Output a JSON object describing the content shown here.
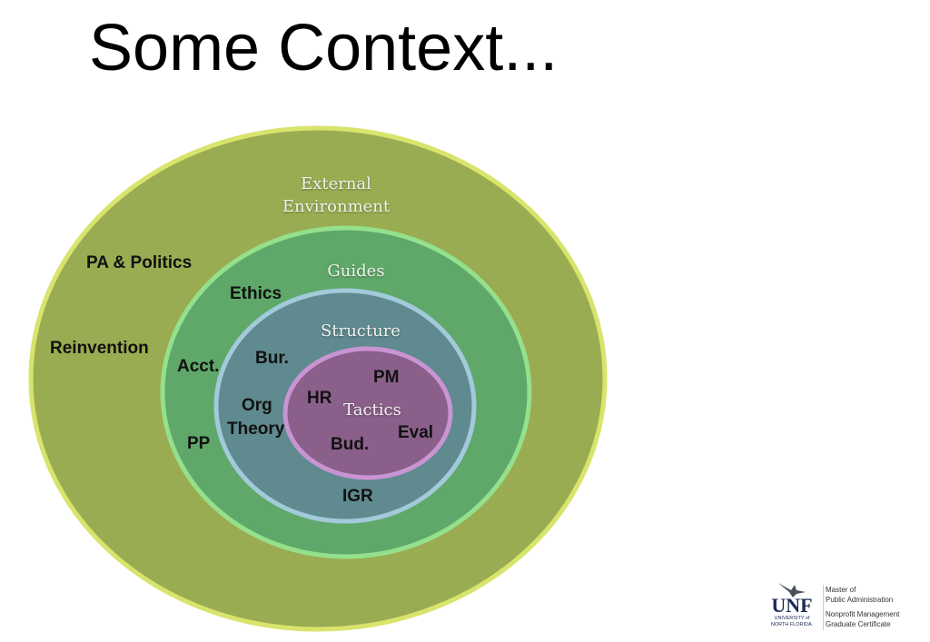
{
  "title": "Some Context...",
  "rings": {
    "outer": "External\nEnvironment",
    "guides": "Guides",
    "structure": "Structure",
    "tactics": "Tactics"
  },
  "labels": {
    "pa_politics": "PA & Politics",
    "reinvention": "Reinvention",
    "ethics": "Ethics",
    "acct": "Acct.",
    "pp": "PP",
    "bur": "Bur.",
    "org": "Org",
    "theory": "Theory",
    "igr": "IGR",
    "hr": "HR",
    "pm": "PM",
    "bud": "Bud.",
    "eval": "Eval"
  },
  "logo": {
    "unf": "UNF",
    "university": "UNIVERSITY of",
    "north_florida": "NORTH FLORIDA.",
    "line1": "Master of",
    "line2": "Public Administration",
    "line3": "Nonprofit Management",
    "line4": "Graduate Certificate"
  },
  "colors": {
    "outer": "#9aac52",
    "guides": "#5fa86a",
    "structure": "#5f8a8f",
    "tactics": "#8a5f8a"
  }
}
